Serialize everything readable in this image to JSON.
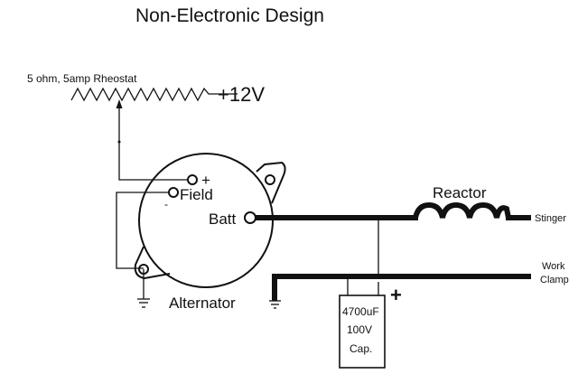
{
  "title": "Non-Electronic Design",
  "components": {
    "rheostat": {
      "label": "5 ohm, 5amp Rheostat",
      "supply": "+12V"
    },
    "alternator": {
      "label": "Alternator",
      "field_label": "Field",
      "field_plus": "+",
      "field_minus": "-",
      "batt_label": "Batt"
    },
    "reactor": {
      "label": "Reactor"
    },
    "stinger": {
      "label": "Stinger"
    },
    "work_clamp": {
      "line1": "Work",
      "line2": "Clamp"
    },
    "capacitor": {
      "line1": "4700uF",
      "line2": "100V",
      "line3": "Cap.",
      "polarity": "+"
    }
  },
  "colors": {
    "ink": "#111111",
    "background": "#ffffff"
  }
}
